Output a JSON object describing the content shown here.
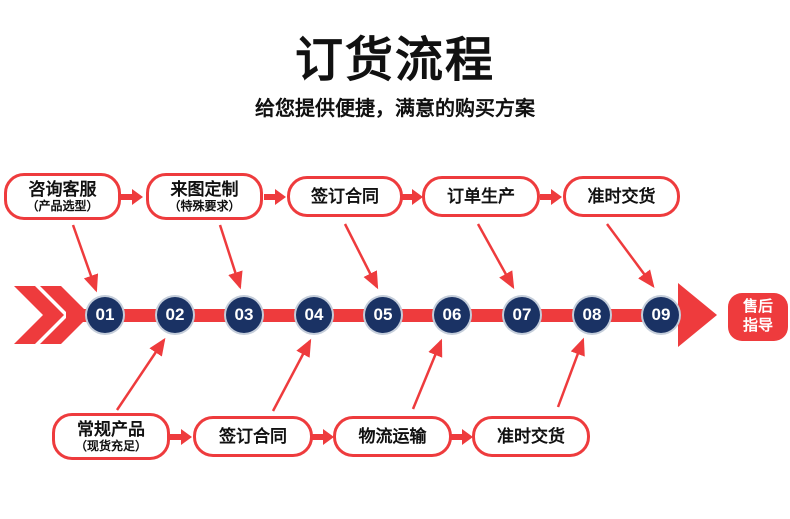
{
  "header": {
    "title": "订货流程",
    "subtitle": "给您提供便捷，满意的购买方案"
  },
  "colors": {
    "red": "#ee3b3d",
    "navy": "#1a3264",
    "ring": "#c4cdda",
    "ink": "#111111"
  },
  "top_row": [
    {
      "label": "咨询客服",
      "note": "（产品选型）",
      "step": "01"
    },
    {
      "label": "来图定制",
      "note": "（特殊要求）",
      "step": "03"
    },
    {
      "label": "签订合同",
      "note": "",
      "step": "05"
    },
    {
      "label": "订单生产",
      "note": "",
      "step": "07"
    },
    {
      "label": "准时交货",
      "note": "",
      "step": "09"
    }
  ],
  "bottom_row": [
    {
      "label": "常规产品",
      "note": "（现货充足）",
      "step": "02"
    },
    {
      "label": "签订合同",
      "note": "",
      "step": "04"
    },
    {
      "label": "物流运输",
      "note": "",
      "step": "06"
    },
    {
      "label": "准时交货",
      "note": "",
      "step": "08"
    }
  ],
  "timeline": {
    "steps": [
      "01",
      "02",
      "03",
      "04",
      "05",
      "06",
      "07",
      "08",
      "09"
    ]
  },
  "end_badge": {
    "line1": "售后",
    "line2": "指导"
  }
}
